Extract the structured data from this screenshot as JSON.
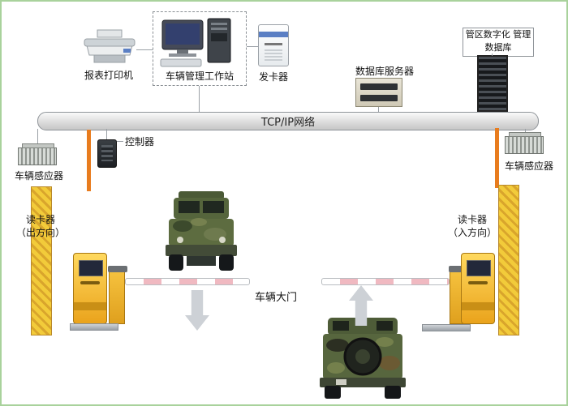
{
  "network": {
    "label": "TCP/IP网络"
  },
  "devices": {
    "printer": {
      "label": "报表打印机"
    },
    "workstation": {
      "label": "车辆管理工作站"
    },
    "card_issuer": {
      "label": "发卡器"
    },
    "database_server": {
      "label": "数据库服务器"
    },
    "district_database": {
      "line1": "管区数字化",
      "line2": "管理数据库"
    },
    "controller": {
      "label": "控制器"
    },
    "sensor_left": {
      "label": "车辆感应器"
    },
    "sensor_right": {
      "label": "车辆感应器"
    }
  },
  "gate": {
    "reader_out": {
      "line1": "读卡器",
      "line2": "（出方向）"
    },
    "reader_in": {
      "line1": "读卡器",
      "line2": "（入方向）"
    },
    "door_label": "车辆大门"
  },
  "colors": {
    "frame_border": "#a9d29c",
    "orange_line": "#e87c1e",
    "wall_yellow": "#d9a52c",
    "arrow_gray": "#cdd1d6",
    "kiosk_yellow": "#f2b127",
    "network_bar": "#dcdcdc"
  }
}
